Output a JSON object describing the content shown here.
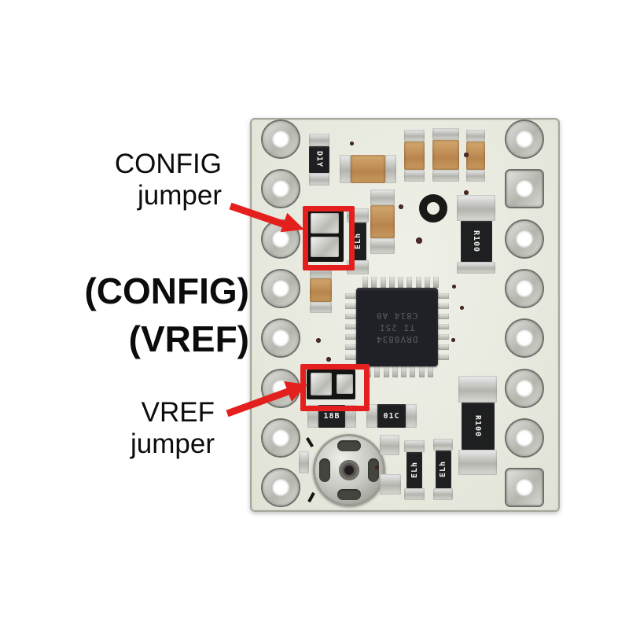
{
  "annotations": {
    "config_jumper": {
      "line1": "CONFIG",
      "line2": "jumper"
    },
    "config_pin": "(CONFIG)",
    "vref_pin": "(VREF)",
    "vref_jumper": {
      "line1": "VREF",
      "line2": "jumper"
    },
    "highlight_color": "#e4201e"
  },
  "board": {
    "chip": {
      "line1": "DRV8834",
      "line2": "TI 25I",
      "line3": "C814 A0"
    },
    "labels": {
      "r100_top": "R100",
      "r100_bottom": "R100",
      "r18b": "18B",
      "r01c": "01C",
      "d1y": "D1Y",
      "elh1": "ELh",
      "elh2": "ELh",
      "elh3": "ELh"
    }
  },
  "colors": {
    "highlight": "#e4201e",
    "board": "#e9ebe1",
    "component_black": "#1e1f21",
    "capacitor_tan": "#c49a62"
  }
}
